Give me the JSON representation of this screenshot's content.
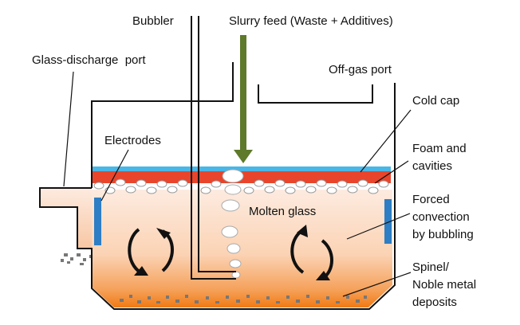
{
  "labels": {
    "bubbler": "Bubbler",
    "slurry_feed": "Slurry feed (Waste + Additives)",
    "glass_discharge_port": "Glass-discharge  port",
    "off_gas_port": "Off-gas port",
    "cold_cap": "Cold cap",
    "electrodes": "Electrodes",
    "foam_line1": "Foam and",
    "foam_line2": "cavities",
    "molten_glass": "Molten glass",
    "forced_line1": "Forced",
    "forced_line2": "convection",
    "forced_line3": "by bubbling",
    "spinel_line1": "Spinel/",
    "spinel_line2": "Noble metal",
    "spinel_line3": "deposits"
  },
  "colors": {
    "feed_arrow": "#5e7a2a",
    "cold_cap_top": "#49b6e6",
    "cold_cap_layer": "#e8452c",
    "electrode": "#2d7ec4",
    "glass_top": "#fdebe0",
    "glass_bottom": "#f07a14",
    "wall": "#111111",
    "deposit": "#777777"
  },
  "icons": {
    "feed": "down-arrow-icon",
    "convection_left": "circular-arrows-icon",
    "convection_right": "circular-arrows-icon"
  }
}
